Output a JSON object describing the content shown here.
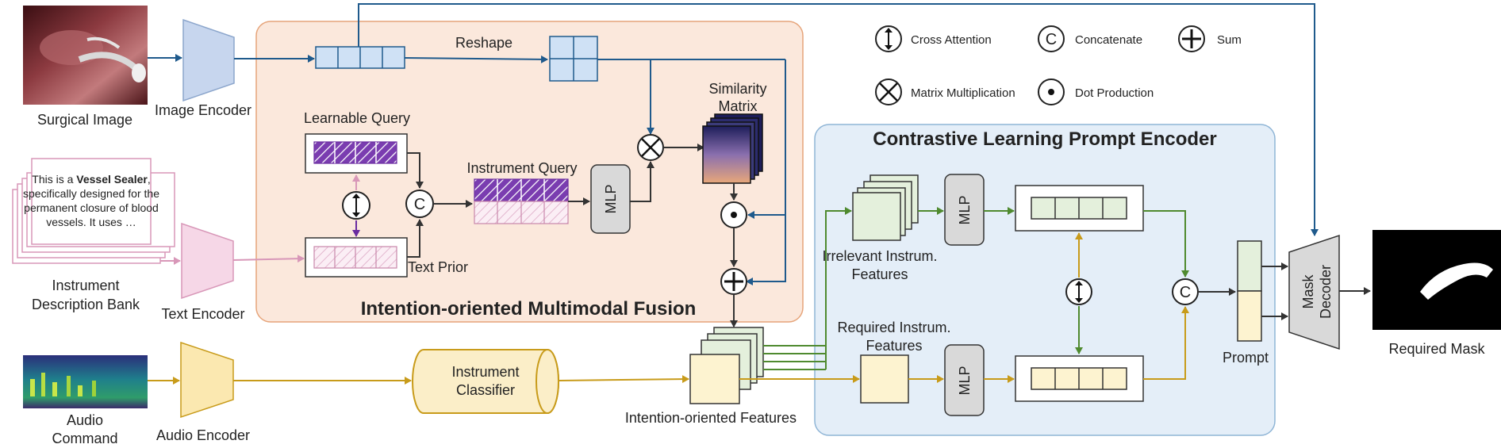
{
  "inputs": {
    "surgical_image": "Surgical Image",
    "description_bank_line1": "Instrument",
    "description_bank_line2": "Description Bank",
    "description_text": {
      "l1_pre": "This is a ",
      "l1_bold": "Vessel Sealer",
      "l1_post": ",",
      "l2": "specifically designed for the",
      "l3": "permanent closure of blood",
      "l4": "vessels. It uses …"
    },
    "audio_line1": "Audio",
    "audio_line2": "Command"
  },
  "encoders": {
    "image": "Image Encoder",
    "text": "Text Encoder",
    "audio": "Audio Encoder"
  },
  "fusion": {
    "title": "Intention-oriented Multimodal Fusion",
    "reshape": "Reshape",
    "learnable_query": "Learnable Query",
    "instrument_query": "Instrument Query",
    "text_prior": "Text Prior",
    "mlp": "MLP",
    "similarity_line1": "Similarity",
    "similarity_line2": "Matrix"
  },
  "classifier": {
    "line1": "Instrument",
    "line2": "Classifier"
  },
  "intention_features": "Intention-oriented Features",
  "prompt_encoder": {
    "title": "Contrastive Learning Prompt Encoder",
    "irrelevant_line1": "Irrelevant Instrum.",
    "irrelevant_line2": "Features",
    "required_line1": "Required Instrum.",
    "required_line2": "Features",
    "mlp": "MLP"
  },
  "prompt": "Prompt",
  "decoder": {
    "line1": "Mask",
    "line2": "Decoder"
  },
  "output": "Required Mask",
  "legend": {
    "cross_attention": "Cross Attention",
    "concatenate": "Concatenate",
    "sum": "Sum",
    "matrix_multiplication": "Matrix Multiplication",
    "dot_production": "Dot Production",
    "concat_symbol": "C"
  },
  "colors": {
    "image_blue": "#1f5a8c",
    "text_pink": "#d897b8",
    "audio_gold": "#c89b1a",
    "feature_green": "#4f8a2f",
    "purple": "#6a2ca0",
    "fusion_bg": "#fbe8dc",
    "encoder_bg": "#e4eef8"
  }
}
